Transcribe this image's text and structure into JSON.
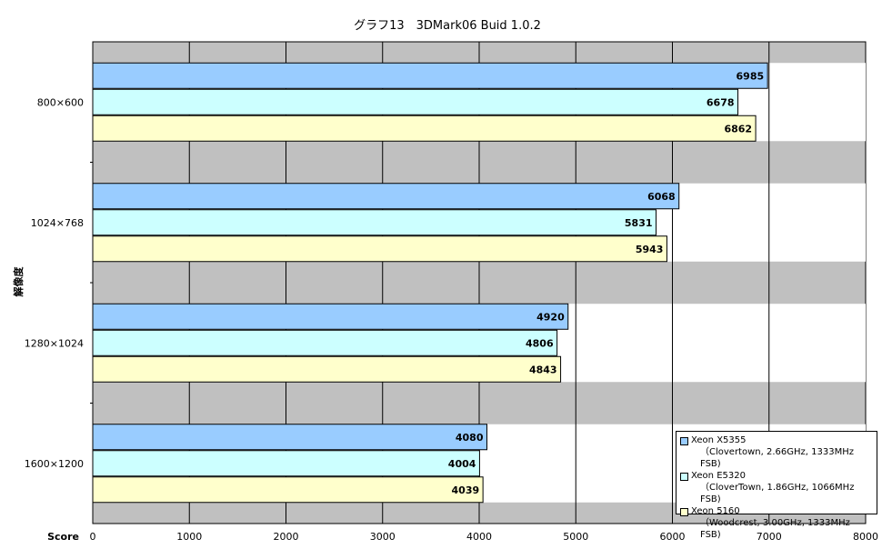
{
  "chart_data": {
    "type": "bar",
    "orientation": "horizontal",
    "title": "グラフ13　3DMark06  Buid 1.0.2",
    "xlabel": "Score",
    "ylabel": "解像度",
    "xlim": [
      0,
      8000
    ],
    "x_ticks": [
      "0",
      "1000",
      "2000",
      "3000",
      "4000",
      "5000",
      "6000",
      "7000",
      "8000"
    ],
    "grid": true,
    "legend_position": "bottom-right",
    "categories": [
      "800×600",
      "1024×768",
      "1280×1024",
      "1600×1200"
    ],
    "series": [
      {
        "name": "Xeon X5355",
        "detail": "（Clovertown, 2.66GHz, 1333MHz FSB)",
        "color": "#99ccff",
        "values": [
          6985,
          6068,
          4920,
          4080
        ]
      },
      {
        "name": "Xeon E5320",
        "detail": "（CloverTown, 1.86GHz, 1066MHz FSB)",
        "color": "#ccffff",
        "values": [
          6678,
          5831,
          4806,
          4004
        ]
      },
      {
        "name": "Xeon 5160",
        "detail": "（Woodcrest, 3.00GHz, 1333MHz FSB)",
        "color": "#ffffcc",
        "values": [
          6862,
          5943,
          4843,
          4039
        ]
      }
    ],
    "plot_background": "#c0c0c0",
    "band_background": "#ffffff"
  }
}
